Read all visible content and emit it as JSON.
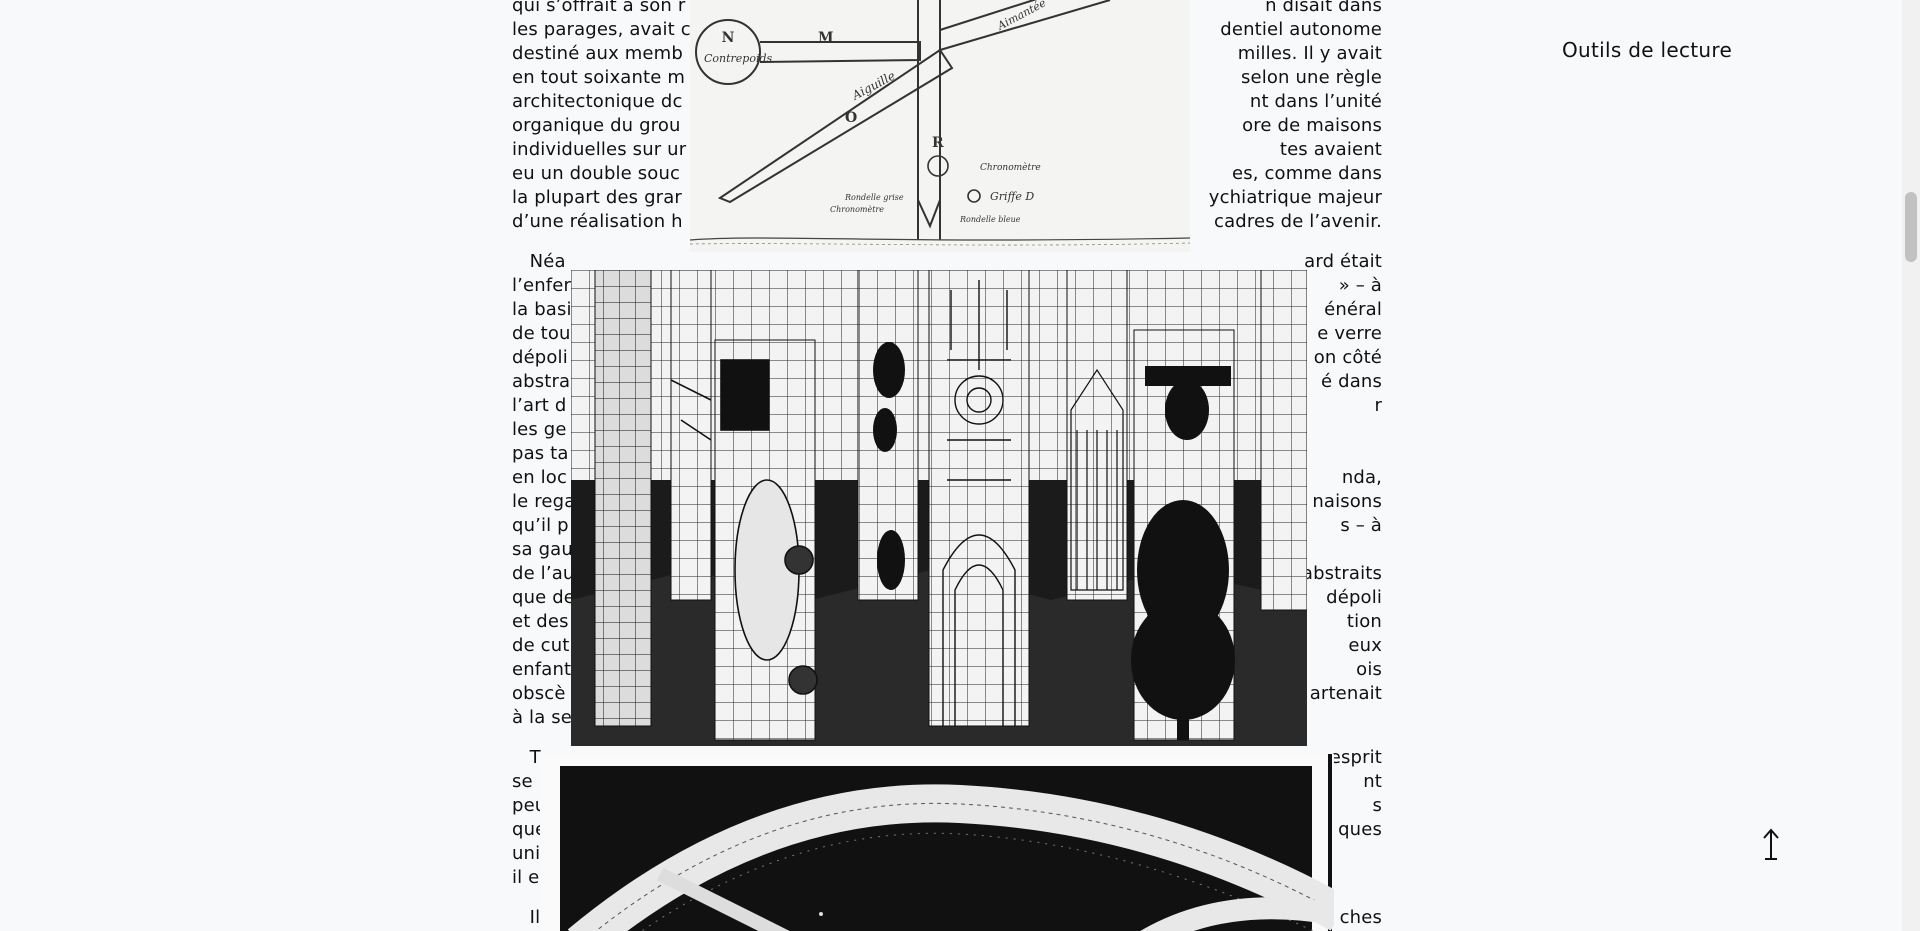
{
  "reader": {
    "tools_label": "Outils de lecture",
    "back_to_top_icon": "arrow-up-icon"
  },
  "article": {
    "paragraphs": [
      {
        "lines": [
          "qui s’offrait à son r",
          "les parages, avait c",
          "destiné aux memb",
          "en tout soixante m",
          "architectonique dc",
          "organique du grou",
          "individuelles sur ur",
          "eu un double souc",
          "la plupart des grar",
          "d’une réalisation h"
        ],
        "right_fragments": [
          "n disait dans",
          "dentiel autonome",
          "milles. Il y avait",
          "selon une règle",
          "nt dans l’unité",
          "ore de maisons",
          "tes avaient",
          "es, comme dans",
          "ychiatrique majeur",
          "cadres de l’avenir."
        ]
      },
      {
        "lines": [
          "   Néa",
          "l’enfer",
          "la basi",
          "de tou",
          "dépoli",
          "abstra",
          "l’art d",
          "les ge",
          "pas ta",
          "en loc",
          "le rega",
          "qu’il p",
          "sa gau",
          "de l’au",
          "que de",
          "et des",
          "de cut",
          "enfant",
          "obscè",
          "à la se"
        ],
        "right_fragments": [
          "ard était",
          "» – à",
          "énéral",
          "e verre",
          "on côté",
          "é dans",
          "r",
          "",
          "",
          "nda,",
          "naisons",
          "s – à",
          "",
          "abstraits",
          "dépoli",
          "tion",
          "eux",
          "ois",
          "artenait",
          ""
        ]
      },
      {
        "lines": [
          "   T",
          "se",
          "peu",
          "que",
          "uni",
          "il e"
        ],
        "right_fragments": [
          "esprit",
          "nt",
          "s",
          "ques",
          "",
          ""
        ]
      },
      {
        "lines": [
          "   Il"
        ],
        "right_fragments": [
          "ches"
        ]
      }
    ]
  },
  "figures": {
    "compass": {
      "labels": [
        "N",
        "M",
        "O",
        "R",
        "Contrepoids",
        "Aiguille",
        "Aimantée",
        "Chronomètre",
        "Griffe D",
        "Rondelle grise",
        "Chronomètre",
        "Rondelle bleue"
      ]
    }
  }
}
